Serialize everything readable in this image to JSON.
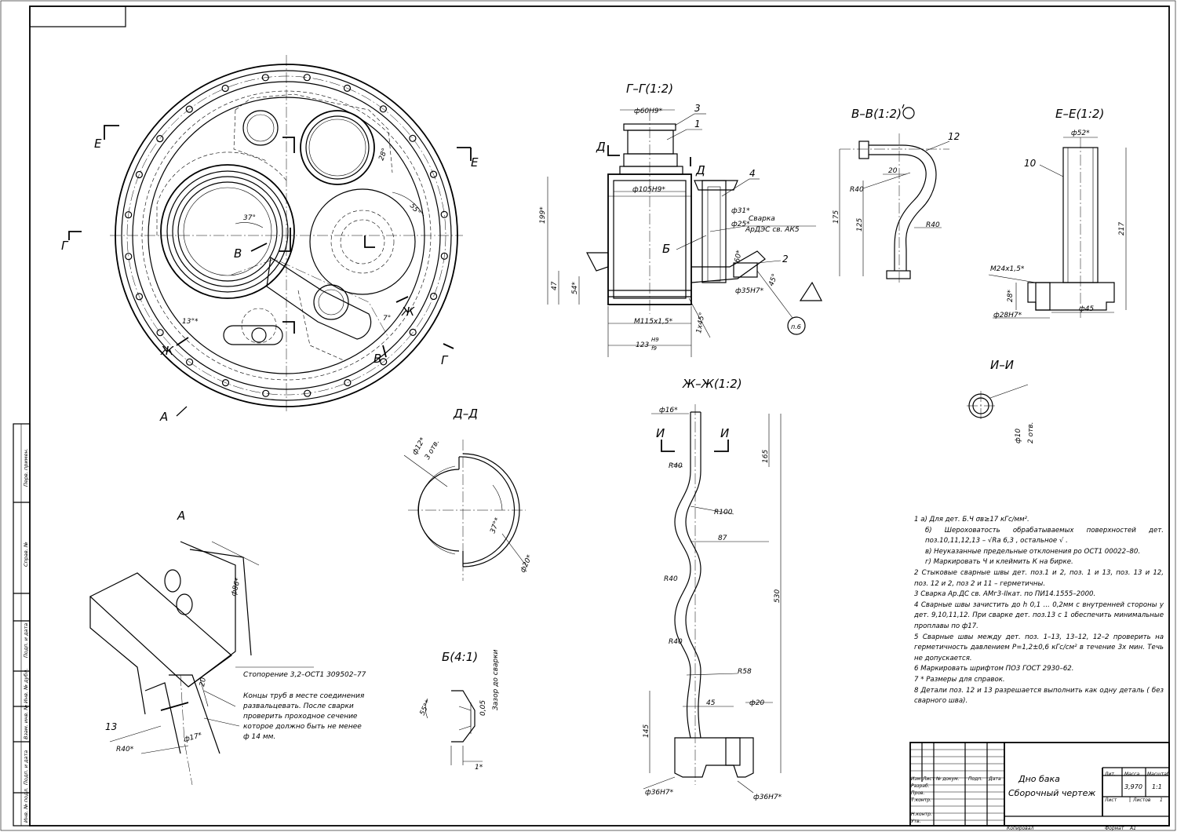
{
  "views": {
    "gg_title": "Г–Г(1:2)",
    "vv_title": "В–В(1:2)",
    "ee_title": "Е–Е(1:2)",
    "zhzh_title": "Ж–Ж(1:2)",
    "ii_title": "И–И",
    "dd_title": "Д–Д",
    "a_title": "А",
    "b_title": "Б(4:1)"
  },
  "section_marks": {
    "E": "Е",
    "G": "Г",
    "V": "В",
    "Zh": "Ж",
    "A": "А",
    "D": "Д",
    "B": "Б",
    "I": "И"
  },
  "dimensions": {
    "gg": [
      "ф60Н9*",
      "ф105Н9*",
      "ф31*",
      "ф25*",
      "ф35Н7*",
      "М115х1,5*",
      "123",
      "Н9",
      "f9",
      "199*",
      "47",
      "54*",
      "1х45°",
      "60*",
      "45°"
    ],
    "vv": [
      "20",
      "R40",
      "R40",
      "175",
      "125"
    ],
    "ee": [
      "ф52*",
      "217",
      "М24х1,5*",
      "28*",
      "ф28Н7*",
      "ф45"
    ],
    "zhzh": [
      "ф16*",
      "165",
      "R40",
      "R100",
      "87",
      "R40",
      "530",
      "R40",
      "R58",
      "45",
      "ф20",
      "145",
      "ф36Н7*",
      "ф36Н7*"
    ],
    "ii": [
      "ф10",
      "2 отв."
    ],
    "dd": [
      "ф12*",
      "3 отв.",
      "37°*",
      "ф20*"
    ],
    "a_view": [
      "ф86*",
      "20",
      "ф17*",
      "R40*"
    ],
    "b_view": [
      "55°*",
      "0,05",
      "Зазор до сварки",
      "1*"
    ],
    "main": [
      "37°",
      "28°",
      "55°",
      "13°*",
      "7°"
    ]
  },
  "callouts": {
    "pos1": "1",
    "pos2": "2",
    "pos3": "3",
    "pos4": "4",
    "pos10": "10",
    "pos12": "12",
    "pos13": "13",
    "p6": "п.6",
    "weld": "Сварка",
    "weld2": "АрДЭС св. АК5"
  },
  "a_notes": {
    "stop": "Стопорение 3,2–ОСТ1 309502–77",
    "ends": [
      "Концы труб в месте соединения",
      "развальцевать. После сварки",
      "проверить проходное сечение",
      "которое должно быть не менее",
      "ф 14 мм."
    ]
  },
  "notes": [
    "1 а) Для дет. Б.Ч σв≥17 кГс/мм².",
    "б) Шероховатость обрабатываемых поверхностей дет. поз.10,11,12,13 – √Ra 6,3 , остальное √ .",
    "в) Неуказанные предельные отклонения ро ОСТ1 00022–80.",
    "г) Маркировать Ч и клеймить К на бирке.",
    "2 Стыковые сварные швы дет. поз.1 и 2, поз. 1 и 13, поз. 13 и 12, поз. 12 и 2, поз 2 и 11 – герметичны.",
    "3 Сварка Ар.ДС св. АМг3-IIкат. по ПИ14.1555–2000.",
    "4 Сварные швы зачистить до h 0,1 ... 0,2мм с внутренней стороны у дет. 9,10,11,12. При сварке дет. поз.13 с 1 обеспечить минимальные проплавы по ф17.",
    "5 Сварные швы между дет. поз. 1–13, 13–12, 12–2 проверить на герметичность давлением Р=1,2±0,6 кГс/см² в течение 3х мин. Течь не допускается.",
    "6 Маркировать шрифтом ПО3 ГОСТ 2930–62.",
    "7 * Размеры для справок.",
    "8 Детали поз. 12 и 13 разрешается выполнить как одну деталь ( без сварного шва)."
  ],
  "title_block": {
    "name1": "Дно бака",
    "name2": "Сборочный чертеж",
    "lit": "Лит.",
    "mass": "Масса",
    "scale": "Масштаб",
    "mass_val": "3,970",
    "scale_val": "1:1",
    "sheet": "Лист",
    "sheets": "Листов",
    "sheets_val": "1",
    "izm": "Изм",
    "list": "Лист",
    "ndok": "№ докум.",
    "podp": "Подп.",
    "data": "Дата",
    "razrab": "Разраб.",
    "prov": "Пров.",
    "tkontr": "Т.контр.",
    "nkontr": "Н.контр.",
    "utv": "Утв.",
    "copied": "Копировал",
    "format": "Формат",
    "format_val": "А1"
  },
  "side_stamp": [
    "Перв. примен.",
    "Справ. №",
    "Подп. и дата",
    "Инв. № дубл.",
    "Взам. инв. №",
    "Подп. и дата",
    "Инв. № подл."
  ]
}
